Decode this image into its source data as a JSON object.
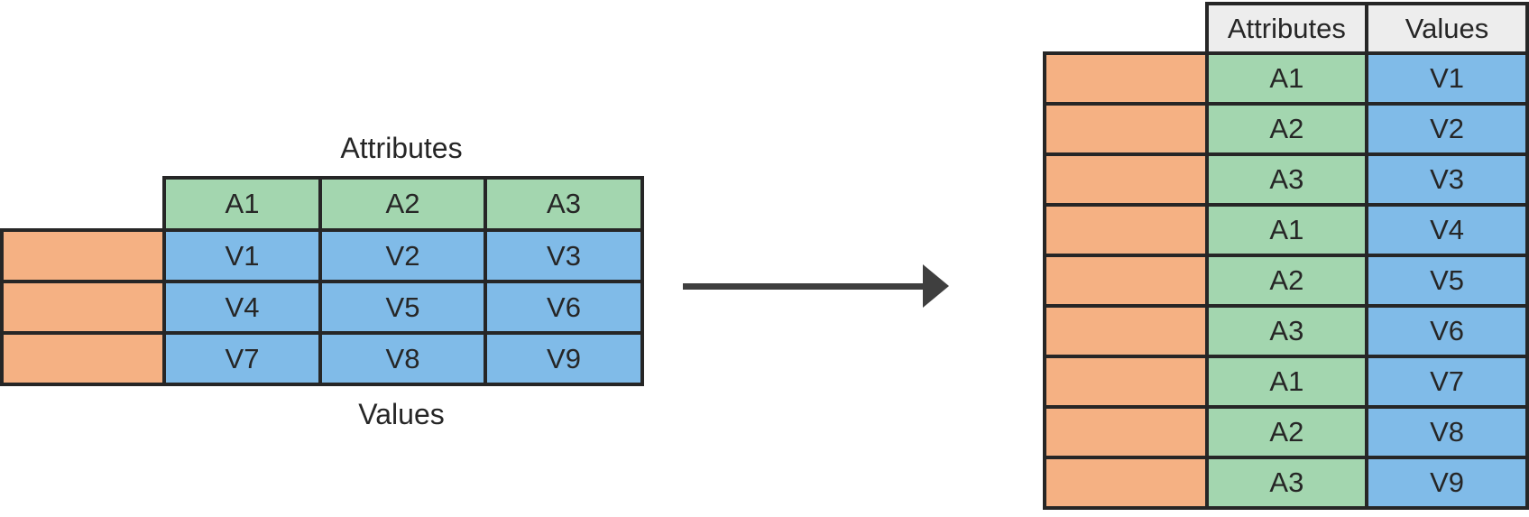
{
  "left_table": {
    "top_label": "Attributes",
    "bottom_label": "Values",
    "attribute_headers": [
      "A1",
      "A2",
      "A3"
    ],
    "value_rows": [
      [
        "V1",
        "V2",
        "V3"
      ],
      [
        "V4",
        "V5",
        "V6"
      ],
      [
        "V7",
        "V8",
        "V9"
      ]
    ]
  },
  "arrow": {
    "direction": "right"
  },
  "right_table": {
    "column_headers": [
      "Attributes",
      "Values"
    ],
    "rows": [
      [
        "A1",
        "V1"
      ],
      [
        "A2",
        "V2"
      ],
      [
        "A3",
        "V3"
      ],
      [
        "A1",
        "V4"
      ],
      [
        "A2",
        "V5"
      ],
      [
        "A3",
        "V6"
      ],
      [
        "A1",
        "V7"
      ],
      [
        "A2",
        "V8"
      ],
      [
        "A3",
        "V9"
      ]
    ]
  },
  "colors": {
    "orange": "#F5B183",
    "green": "#A3D6AF",
    "blue": "#80BBE8",
    "header_gray": "#EDEDED",
    "border": "#262626",
    "arrow": "#3F3F3F",
    "text": "#262626"
  }
}
